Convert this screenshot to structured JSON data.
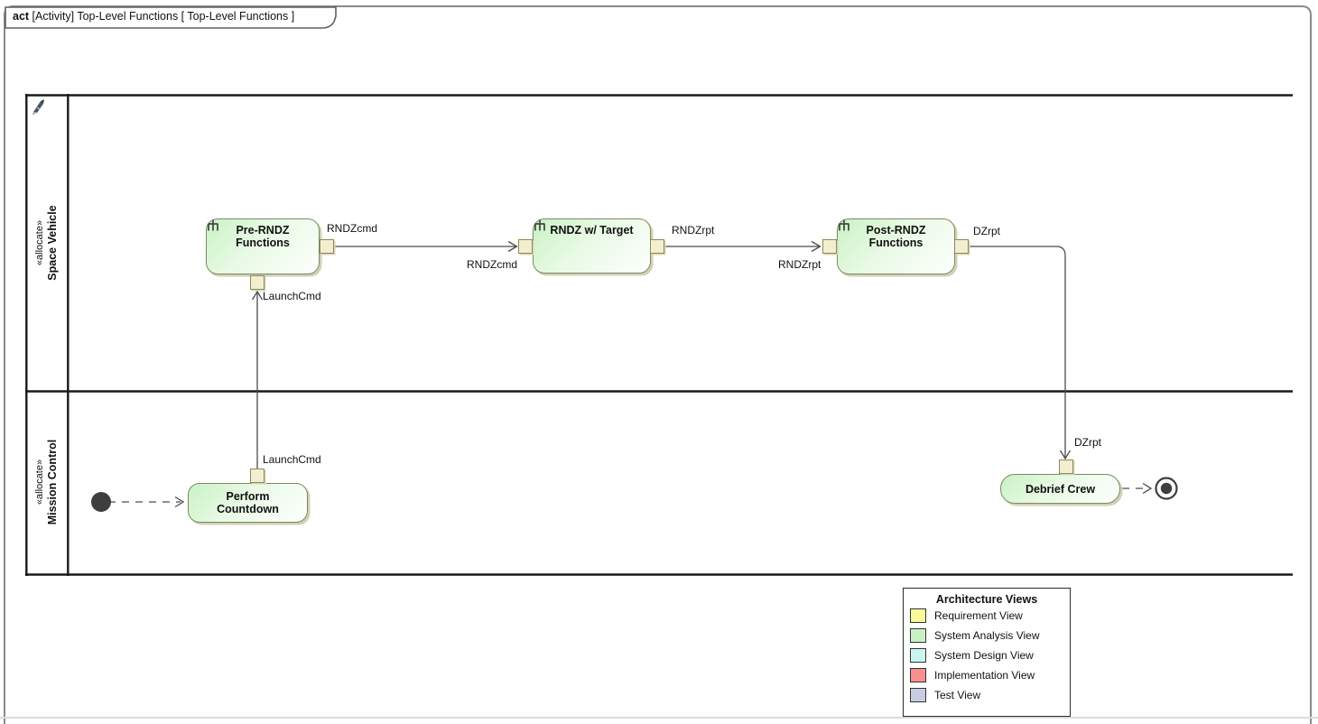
{
  "frame": {
    "tab_keyword": "act",
    "tab_title": " [Activity] Top-Level Functions [ Top-Level Functions ]"
  },
  "lanes": {
    "space_vehicle": {
      "stereotype": "«allocate»",
      "name": "Space Vehicle"
    },
    "mission_control": {
      "stereotype": "«allocate»",
      "name": "Mission Control"
    }
  },
  "nodes": {
    "pre_rndz": {
      "label": "Pre-RNDZ\nFunctions"
    },
    "rndz_target": {
      "label": "RNDZ w/ Target"
    },
    "post_rndz": {
      "label": "Post-RNDZ\nFunctions"
    },
    "perform_countdown": {
      "label": "Perform\nCountdown"
    },
    "debrief_crew": {
      "label": "Debrief Crew"
    }
  },
  "flow_labels": {
    "launchcmd": "LaunchCmd",
    "rndzcmd": "RNDZcmd",
    "rndzrpt": "RNDZrpt",
    "dzrpt": "DZrpt"
  },
  "legend": {
    "title": "Architecture Views",
    "items": [
      {
        "label": "Requirement View",
        "color": "#fafa9b"
      },
      {
        "label": "System Analysis View",
        "color": "#c9f2c4"
      },
      {
        "label": "System Design View",
        "color": "#c9f5f0"
      },
      {
        "label": "Implementation View",
        "color": "#f98f8f"
      },
      {
        "label": "Test View",
        "color": "#c7cde0"
      }
    ]
  },
  "colors": {
    "action_fill_start": "#c9f2c4",
    "action_fill_end": "#ffffff",
    "action_border": "#7a8a64",
    "pin_fill": "#f2eecf",
    "pin_border": "#8c8a58",
    "flow_line": "#4c4c4c",
    "lane_border": "#1a1a1a",
    "frame_border": "#8a8a8a",
    "node_shadow": "#d2d0b4"
  }
}
